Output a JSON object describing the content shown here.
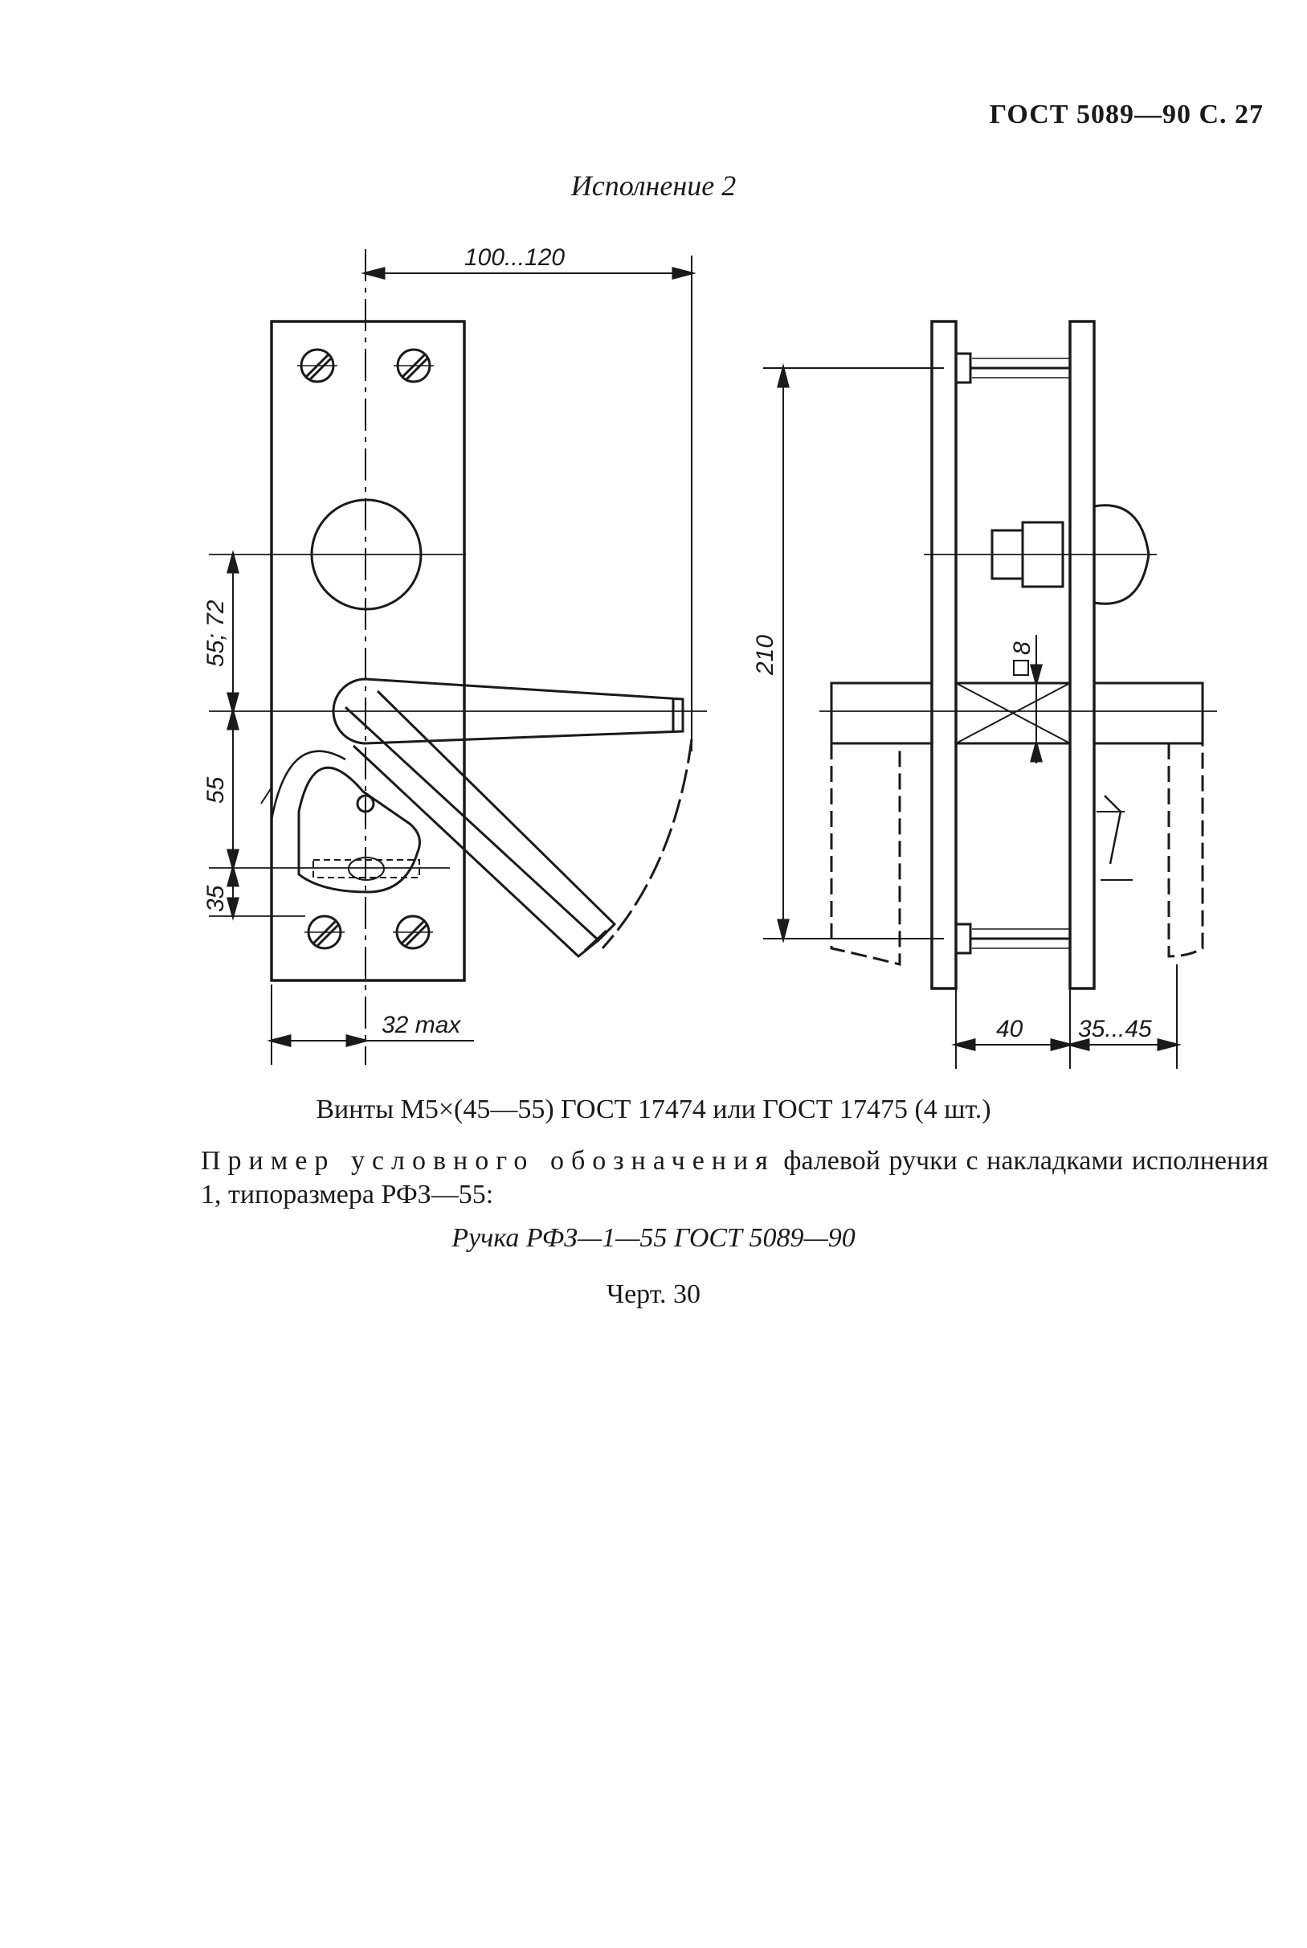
{
  "header": "ГОСТ 5089—90 С. 27",
  "variant_title": "Исполнение 2",
  "dimensions": {
    "top_width": "100...120",
    "dim_55_72": "55; 72",
    "dim_55": "55",
    "dim_35": "35",
    "dim_32max": "32 max",
    "dim_210": "210",
    "dim_8": "8",
    "dim_40": "40",
    "dim_35_45": "35...45"
  },
  "screws_line": "Винты М5×(45—55) ГОСТ 17474 или ГОСТ 17475 (4 шт.)",
  "example": {
    "spaced_words": "Пример условного обозначения",
    "rest": " фалевой ручки с накладками исполнения 1, типоразмера РФЗ—55:"
  },
  "designation": "Ручка РФЗ—1—55 ГОСТ 5089—90",
  "figure_caption": "Черт. 30"
}
